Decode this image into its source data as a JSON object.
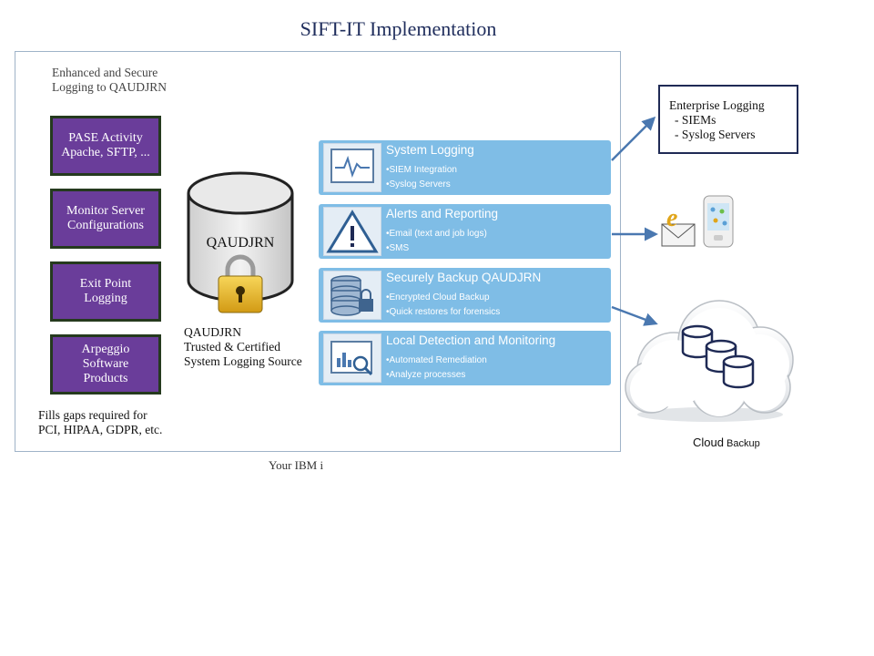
{
  "title": "SIFT-IT Implementation",
  "ibmi_box": {
    "header_line1": "Enhanced and Secure",
    "header_line2": "Logging to QAUDJRN",
    "footer_label": "Your IBM i"
  },
  "sources": [
    {
      "line1": "PASE Activity",
      "line2": "Apache, SFTP, ..."
    },
    {
      "line1": "Monitor Server",
      "line2": "Configurations"
    },
    {
      "line1": "Exit Point",
      "line2": "Logging"
    },
    {
      "line1": "Arpeggio",
      "line2": "Software",
      "line3": "Products"
    }
  ],
  "fills_gaps": {
    "line1": "Fills gaps required for",
    "line2": "PCI, HIPAA, GDPR, etc."
  },
  "qaudjrn": {
    "label": "QAUDJRN",
    "caption_line1": "QAUDJRN",
    "caption_line2": "Trusted & Certified",
    "caption_line3": "System Logging Source"
  },
  "functions": [
    {
      "title": "System Logging",
      "bullet1": "•SIEM Integration",
      "bullet2": "•Syslog Servers",
      "icon": "monitor-pulse-icon"
    },
    {
      "title": "Alerts and Reporting",
      "bullet1": "•Email (text and job logs)",
      "bullet2": "•SMS",
      "icon": "warning-icon"
    },
    {
      "title": "Securely Backup QAUDJRN",
      "bullet1": "•Encrypted Cloud Backup",
      "bullet2": "•Quick restores for forensics",
      "icon": "database-lock-icon"
    },
    {
      "title": "Local Detection and Monitoring",
      "bullet1": "•Automated Remediation",
      "bullet2": "•Analyze processes",
      "icon": "chart-magnifier-icon"
    }
  ],
  "enterprise_logging": {
    "title": "Enterprise Logging",
    "item1": "-  SIEMs",
    "item2": "-  Syslog Servers"
  },
  "cloud_backup": {
    "label_main": "Cloud",
    "label_small": " Backup"
  },
  "colors": {
    "purple": "#6a3d9a",
    "function_blue": "#7fbde6",
    "arrow": "#4a78b0",
    "title": "#1f2d5c"
  }
}
